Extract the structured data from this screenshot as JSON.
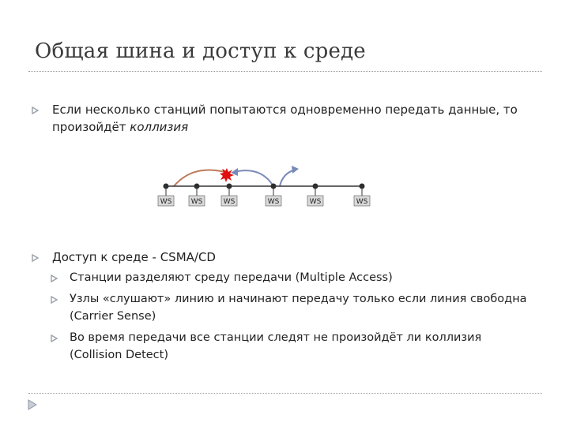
{
  "slide": {
    "title": "Общая шина и доступ к среде",
    "bullet1": {
      "text": "Если несколько станций попытаются одновременно передать данные, то произойдёт ",
      "emphasis": "коллизия"
    },
    "diagram": {
      "station_labels": [
        "WS",
        "WS",
        "WS",
        "WS",
        "WS",
        "WS"
      ],
      "colors": {
        "bus": "#333333",
        "station_fill": "#2e2e2e",
        "arrow_left": "#c07a5a",
        "arrow_right": "#7a8ab8",
        "collision": "#e01010"
      }
    },
    "bullet2": {
      "text": "Доступ к среде - CSMA/CD",
      "subitems": [
        "Станции разделяют среду передачи (Multiple Access)",
        "Узлы «слушают» линию и начинают передачу только если линия свободна (Carrier Sense)",
        "Во время передачи все станции следят не произойдёт ли коллизия (Collision Detect)"
      ]
    },
    "accent_color": "#9aa0a8",
    "icons": {
      "bullet": "triangle-right-icon",
      "nav": "play-next-icon"
    }
  }
}
